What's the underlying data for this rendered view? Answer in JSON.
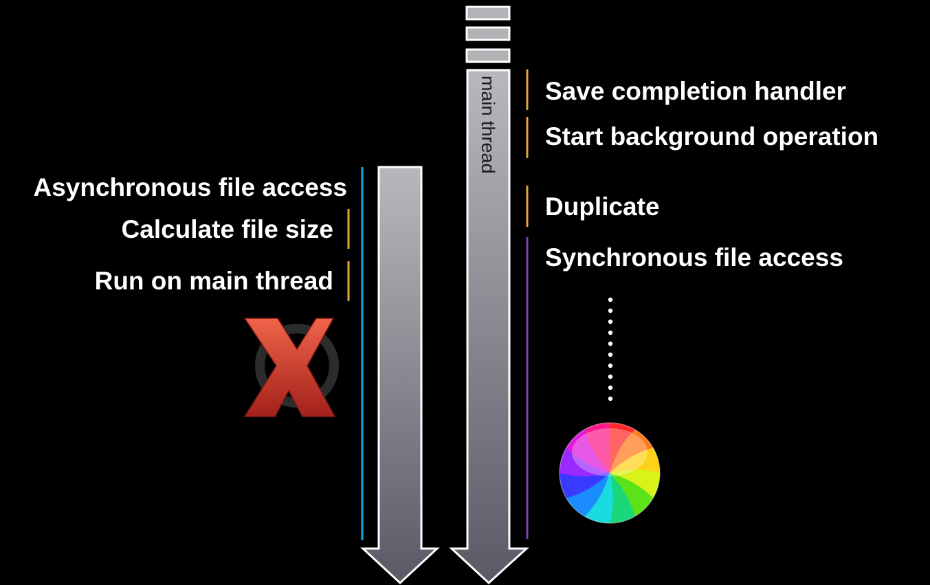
{
  "colors": {
    "background": "#000000",
    "async_marker": "#19a6e4",
    "step_marker": "#e5a634",
    "sync_marker": "#8a3fb0",
    "arrow_top": "#b8b8bc",
    "arrow_bottom": "#5a5966",
    "arrow_border": "#ffffff",
    "cancel_red": "#d9382a"
  },
  "left_lane": {
    "labels": {
      "async": "Asynchronous file access",
      "calc": "Calculate file size",
      "run": "Run on main thread"
    },
    "icon": "cancel-x-icon"
  },
  "right_lane": {
    "thread_label": "main thread",
    "labels": {
      "save": "Save completion handler",
      "start": "Start background operation",
      "duplicate": "Duplicate",
      "sync": "Synchronous file access"
    },
    "icon": "spinning-wait-cursor-icon"
  }
}
